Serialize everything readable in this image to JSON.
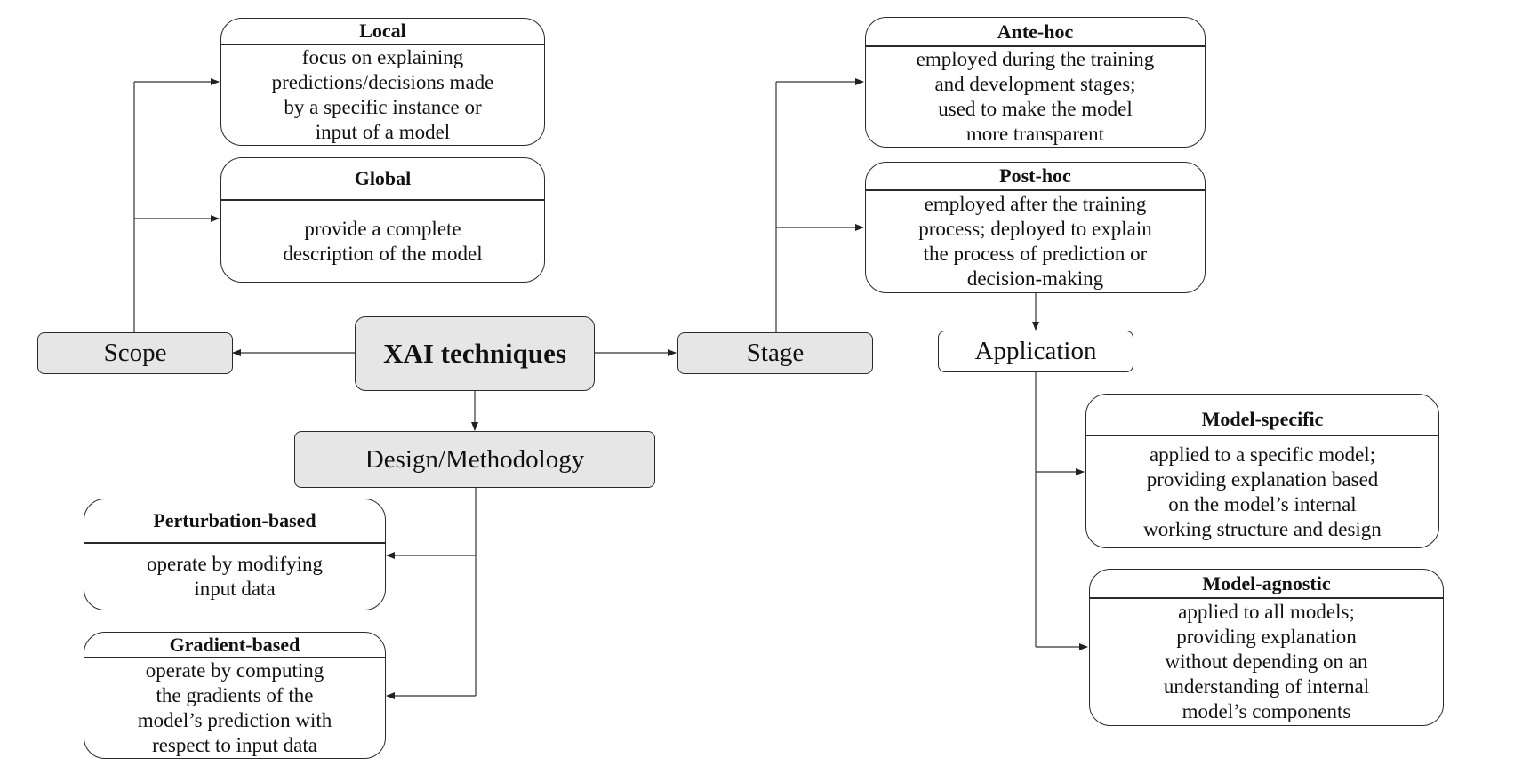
{
  "diagram": {
    "root": "XAI techniques",
    "categories": {
      "scope": "Scope",
      "stage": "Stage",
      "design": "Design/Methodology",
      "application": "Application"
    },
    "cards": {
      "local": {
        "title": "Local",
        "lines": [
          "focus on explaining",
          "predictions/decisions made",
          "by a specific instance or",
          "input of a model"
        ]
      },
      "global": {
        "title": "Global",
        "lines": [
          "provide a complete",
          "description of the model"
        ]
      },
      "ante_hoc": {
        "title": "Ante-hoc",
        "lines": [
          "employed during the training",
          "and development stages;",
          "used to make the model",
          "more transparent"
        ]
      },
      "post_hoc": {
        "title": "Post-hoc",
        "lines": [
          "employed after the training",
          "process; deployed to explain",
          "the process of prediction or",
          "decision-making"
        ]
      },
      "perturbation": {
        "title": "Perturbation-based",
        "lines": [
          "operate by modifying",
          "input data"
        ]
      },
      "gradient": {
        "title": "Gradient-based",
        "lines": [
          "operate by computing",
          "the gradients of the",
          "model’s prediction with",
          "respect to input data"
        ]
      },
      "model_specific": {
        "title": "Model-specific",
        "lines": [
          "applied to a specific model;",
          "providing explanation based",
          "on the model’s internal",
          "working structure and design"
        ]
      },
      "model_agnostic": {
        "title": "Model-agnostic",
        "lines": [
          "applied to all models;",
          "providing explanation",
          "without depending on an",
          "understanding of internal",
          "model’s components"
        ]
      }
    }
  }
}
